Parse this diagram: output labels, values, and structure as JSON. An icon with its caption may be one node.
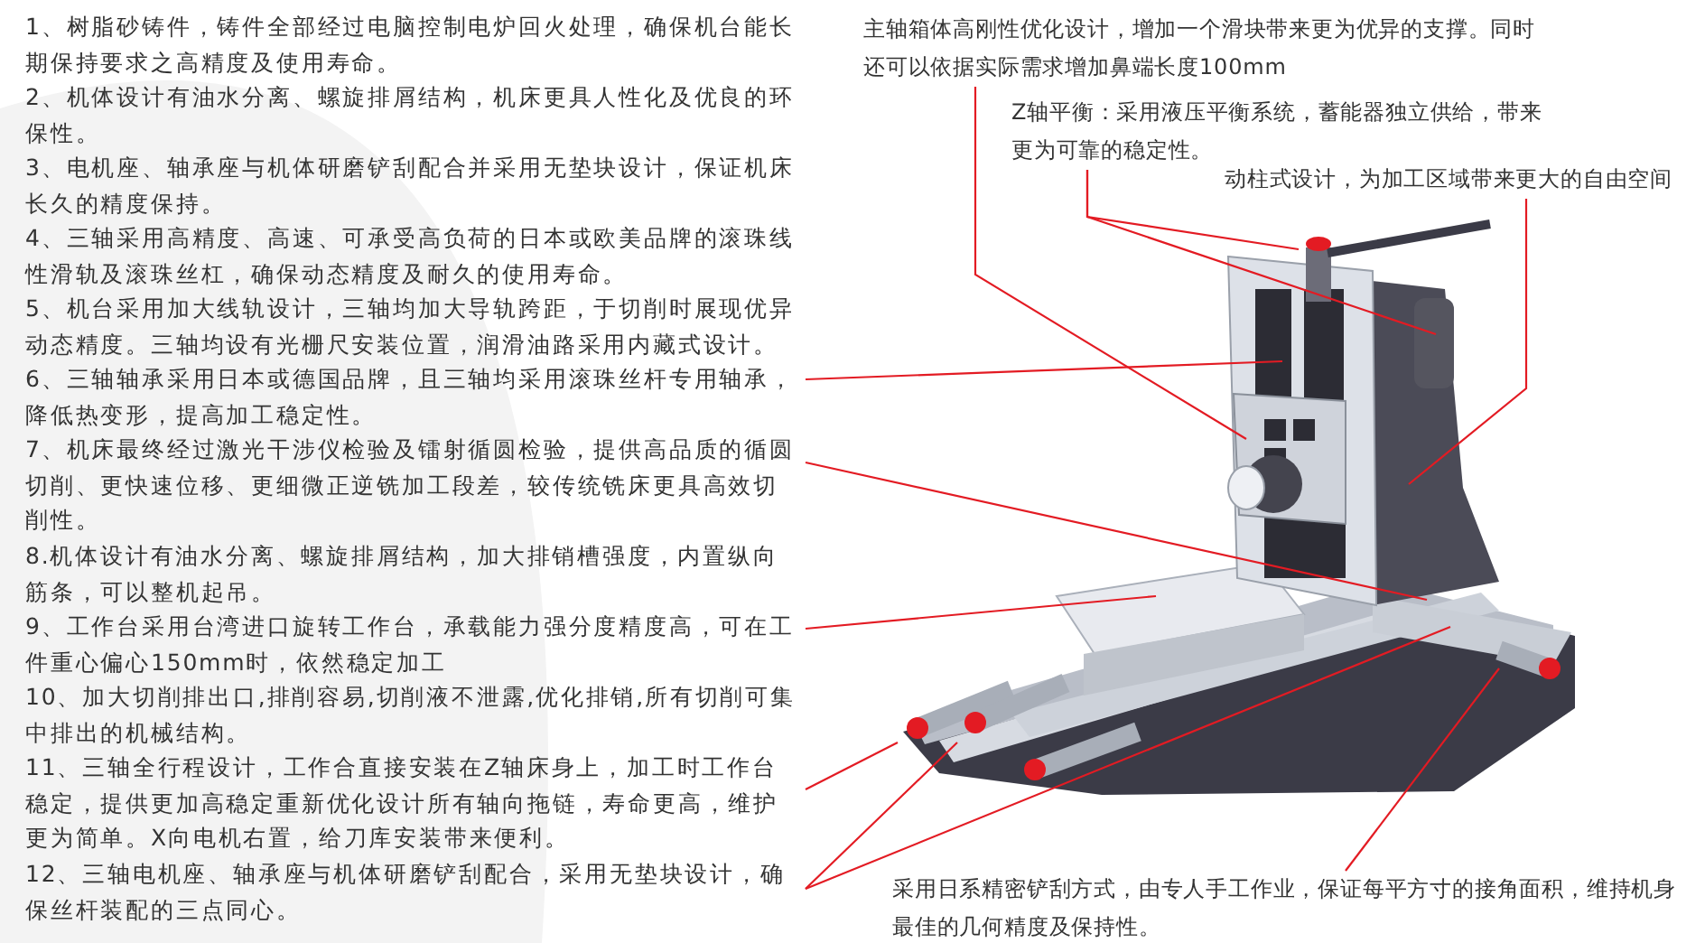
{
  "diagram": {
    "nodes": [
      {
        "text": [
          "1、树脂砂铸件，铸件全部经过电脑控制电炉回火处理，确保机台能长期保持要求之高精度及使用寿命。"
        ]
      },
      {
        "text": [
          "2、机体设计有油水分离、螺旋排屑结构，机床更具人性化及优良的环保性。"
        ]
      },
      {
        "text": [
          "3、电机座、轴承座与机体研磨铲刮配合并采用无垫块设计，保证机床长久的精度保持。"
        ]
      },
      {
        "text": [
          "4、三轴采用高精度、高速、可承受高负荷的日本或欧美品牌的滚珠线性滑轨及滚珠丝杠，确保动态精度及耐久的使用寿命。"
        ]
      },
      {
        "text": [
          "5、机台采用加大线轨设计，三轴均加大导轨跨距，于切削时展现优异动态精度。三轴均设有光栅尺安装位置，润滑油路采用内藏式设计。"
        ]
      },
      {
        "text": [
          "6、三轴轴承采用日本或德国品牌，且三轴均采用滚珠丝杆专用轴承，降低热变形，提高加工稳定性。"
        ]
      },
      {
        "text": [
          "7、机床最终经过激光干涉仪检验及镭射循圆检验，提供高品质的循圆切削、更快速位移、更细微正逆铣加工段差，较传统铣床更具高效切削性。"
        ]
      },
      {
        "text": [
          "8.机体设计有油水分离、螺旋排屑结构，加大排销槽强度，内置纵向筋条，可以整机起吊。"
        ]
      },
      {
        "text": [
          "9、工作台采用台湾进口旋转工作台，承载能力强分度精度高，可在工件重心偏心150mm时，依然稳定加工"
        ]
      },
      {
        "text": [
          "10、加大切削排出口,排削容易,切削液不泄露,优化排销,所有切削可集中排出的机械结构。"
        ]
      },
      {
        "text": [
          "11、三轴全行程设计，工作合直接安装在Z轴床身上，加工时工作台稳定，提供更加高稳定重新优化设计所有轴向拖链，寿命更高，维护更为简单。X向电机右置，给刀库安装带来便利。"
        ]
      },
      {
        "text": [
          "12、三轴电机座、轴承座与机体研磨铲刮配合，采用无垫块设计，确保丝杆装配的三点同心。"
        ]
      },
      {
        "text": [
          "主轴箱体高刚性优化设计，增加一个滑块带来更为优异的支撑。同时还可以依据实际需求增加鼻端长度100mm"
        ]
      },
      {
        "text": [
          "Z轴平衡：采用液压平衡系统，蓄能器独立供给，带来更为可靠的稳定性。"
        ]
      },
      {
        "text": [
          "动柱式设计，为加工区域带来更大的自由空间"
        ]
      },
      {
        "text": [
          "采用日系精密铲刮方式，由专人手工作业，保证每平方寸的接角面积，维持机身最佳的几何精度及保持性。"
        ]
      }
    ],
    "edges": [
      {
        "from": 5,
        "to": null,
        "arrow": "none"
      },
      {
        "from": 6,
        "to": null,
        "arrow": "none"
      },
      {
        "from": 8,
        "to": null,
        "arrow": "none"
      },
      {
        "from": 10,
        "to": null,
        "arrow": "none"
      },
      {
        "from": 11,
        "to": null,
        "arrow": "none"
      },
      {
        "from": 11,
        "to": null,
        "arrow": "none"
      },
      {
        "from": 12,
        "to": null,
        "arrow": "none"
      },
      {
        "from": 13,
        "to": null,
        "arrow": "none"
      },
      {
        "from": 13,
        "to": null,
        "arrow": "none"
      },
      {
        "from": 14,
        "to": null,
        "arrow": "none"
      },
      {
        "from": 15,
        "to": null,
        "arrow": "none"
      }
    ]
  }
}
